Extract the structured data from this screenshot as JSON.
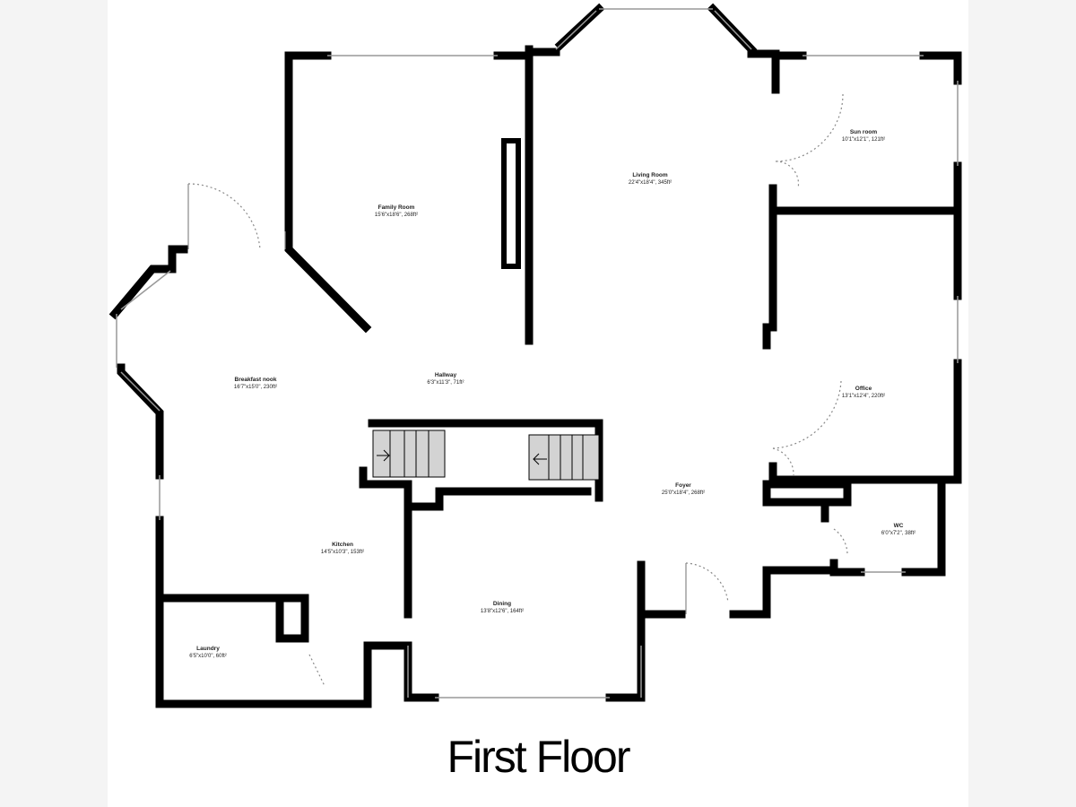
{
  "plan": {
    "title": "First Floor",
    "rooms": [
      {
        "id": "family-room",
        "name": "Family Room",
        "dims": "15'6\"x18'6\", 268ft²"
      },
      {
        "id": "living-room",
        "name": "Living Room",
        "dims": "22'4\"x18'4\", 345ft²"
      },
      {
        "id": "sunroom",
        "name": "Sun room",
        "dims": "10'1\"x12'1\", 121ft²"
      },
      {
        "id": "breakfast-nook",
        "name": "Breakfast nook",
        "dims": "16'7\"x15'0\", 230ft²"
      },
      {
        "id": "hallway",
        "name": "Hallway",
        "dims": "6'3\"x11'3\", 71ft²"
      },
      {
        "id": "office",
        "name": "Office",
        "dims": "13'1\"x12'4\", 220ft²"
      },
      {
        "id": "foyer",
        "name": "Foyer",
        "dims": "25'0\"x18'4\", 268ft²"
      },
      {
        "id": "wc",
        "name": "WC",
        "dims": "6'0\"x7'2\", 38ft²"
      },
      {
        "id": "kitchen",
        "name": "Kitchen",
        "dims": "14'5\"x10'3\", 153ft²"
      },
      {
        "id": "dining",
        "name": "Dining",
        "dims": "13'8\"x12'6\", 164ft²"
      },
      {
        "id": "laundry",
        "name": "Laundry",
        "dims": "6'5\"x10'0\", 60ft²"
      }
    ]
  }
}
